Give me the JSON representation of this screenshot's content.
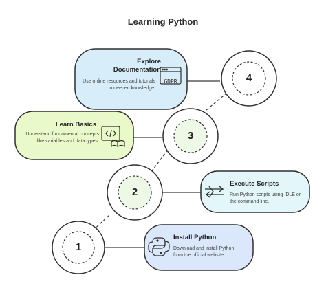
{
  "title": "Learning Python",
  "steps": [
    {
      "number": "1",
      "title": "Install Python",
      "description": "Download and install Python from the official website.",
      "icon": "python-logo-icon",
      "color": "#dbe8fb"
    },
    {
      "number": "2",
      "title": "Execute Scripts",
      "description": "Run Python scripts using IDLE or the command line.",
      "icon": "terminal-arrows-icon",
      "color": "#e3f6f9"
    },
    {
      "number": "3",
      "title": "Learn Basics",
      "description": "Understand fundamental concepts like variables and data types.",
      "icon": "code-book-icon",
      "color": "#eaf9c9"
    },
    {
      "number": "4",
      "title": "Explore Documentation",
      "description": "Use online resources and tutorials to deepen knowledge.",
      "icon": "gdpr-browser-icon",
      "icon_text": "GDPR",
      "color": "#d7eefa"
    }
  ],
  "colors": {
    "stroke": "#2f2f2f",
    "circle_fill": "#eef8e6"
  }
}
